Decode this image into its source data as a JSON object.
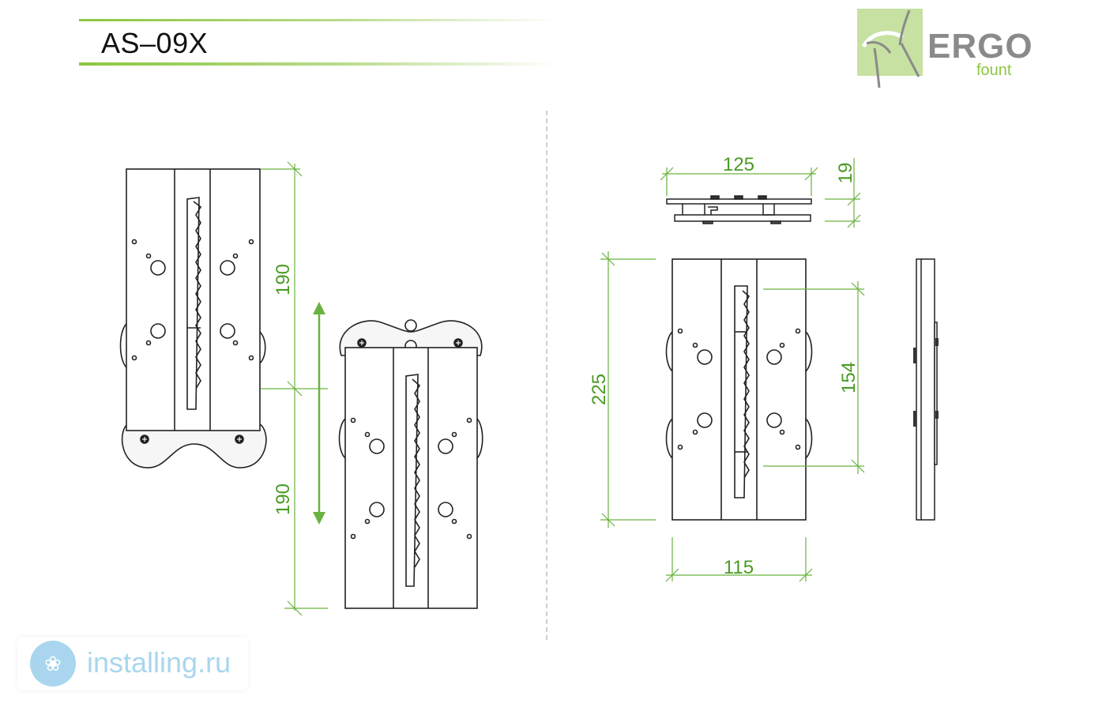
{
  "sheet": {
    "title": "AS–09X",
    "logo": {
      "word": "ERGO",
      "sub": "fount"
    },
    "watermark": {
      "text": "installing.ru",
      "icon": "flower-emblem-icon",
      "icon_glyph": "❀"
    },
    "colors": {
      "accent_green": "#8cc63f",
      "dimension_green": "#6ab23f",
      "logo_green": "#c6e1a1",
      "logo_gray": "#8a8a8a",
      "watermark_blue": "#a9d6ee",
      "line": "#222222"
    }
  },
  "left_view": {
    "dims": {
      "upper": "190",
      "lower": "190"
    },
    "arrow_icon": "vertical-double-arrow-icon"
  },
  "right_view": {
    "dims": {
      "width_top": "125",
      "depth": "19",
      "height": "225",
      "hole_span": "154",
      "width_bottom": "115"
    }
  }
}
